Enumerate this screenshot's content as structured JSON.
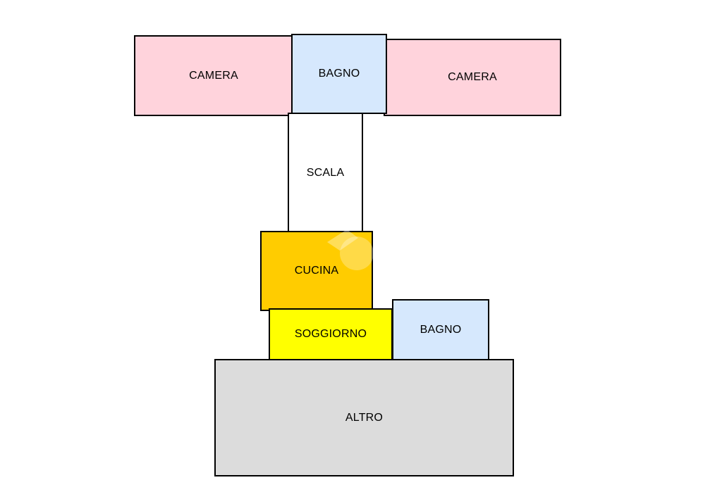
{
  "rooms": [
    {
      "id": "camera-left",
      "label": "CAMERA",
      "color": "#ffd3dc"
    },
    {
      "id": "bagno-top",
      "label": "BAGNO",
      "color": "#d6e8fd"
    },
    {
      "id": "camera-right",
      "label": "CAMERA",
      "color": "#ffd3dc"
    },
    {
      "id": "scala",
      "label": "SCALA",
      "color": "#ffffff"
    },
    {
      "id": "cucina",
      "label": "CUCINA",
      "color": "#ffcc00"
    },
    {
      "id": "soggiorno",
      "label": "SOGGIORNO",
      "color": "#ffff00"
    },
    {
      "id": "bagno-bottom",
      "label": "BAGNO",
      "color": "#d6e8fd"
    },
    {
      "id": "altro",
      "label": "ALTRO",
      "color": "#dcdcdc"
    }
  ],
  "watermark": {
    "icon": "logo-watermark-icon",
    "color": "#ffffff"
  }
}
